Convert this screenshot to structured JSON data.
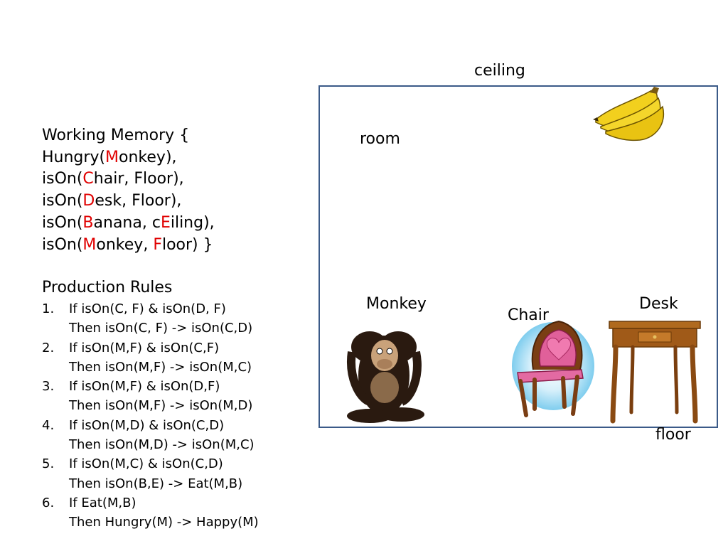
{
  "working_memory": {
    "lines": [
      [
        {
          "t": "Working Memory {",
          "hl": false
        }
      ],
      [
        {
          "t": "Hungry(",
          "hl": false
        },
        {
          "t": "M",
          "hl": true
        },
        {
          "t": "onkey),",
          "hl": false
        }
      ],
      [
        {
          "t": "isOn(",
          "hl": false
        },
        {
          "t": "C",
          "hl": true
        },
        {
          "t": "hair, Floor),",
          "hl": false
        }
      ],
      [
        {
          "t": "isOn(",
          "hl": false
        },
        {
          "t": "D",
          "hl": true
        },
        {
          "t": "esk, Floor),",
          "hl": false
        }
      ],
      [
        {
          "t": "isOn(",
          "hl": false
        },
        {
          "t": "B",
          "hl": true
        },
        {
          "t": "anana, c",
          "hl": false
        },
        {
          "t": "E",
          "hl": true
        },
        {
          "t": "iling),",
          "hl": false
        }
      ],
      [
        {
          "t": "isOn(",
          "hl": false
        },
        {
          "t": "M",
          "hl": true
        },
        {
          "t": "onkey, ",
          "hl": false
        },
        {
          "t": "F",
          "hl": true
        },
        {
          "t": "loor) }",
          "hl": false
        }
      ]
    ],
    "highlight_color": "#e00000"
  },
  "production_rules": {
    "title": "Production Rules",
    "items": [
      {
        "num": "1.",
        "if": "If isOn(C, F) & isOn(D, F)",
        "then": "Then isOn(C, F) -> isOn(C,D)"
      },
      {
        "num": "2.",
        "if": "If isOn(M,F) & isOn(C,F)",
        "then": "Then isOn(M,F) -> isOn(M,C)"
      },
      {
        "num": "3.",
        "if": "If isOn(M,F) & isOn(D,F)",
        "then": "Then isOn(M,F) -> isOn(M,D)"
      },
      {
        "num": "4.",
        "if": "If isOn(M,D) & isOn(C,D)",
        "then": "Then isOn(M,D) -> isOn(M,C)"
      },
      {
        "num": "5.",
        "if": "If isOn(M,C) & isOn(C,D)",
        "then": "Then isOn(B,E) -> Eat(M,B)"
      },
      {
        "num": "6.",
        "if": "If Eat(M,B)",
        "then": "Then Hungry(M) -> Happy(M)"
      }
    ]
  },
  "scene": {
    "ceiling_label": "ceiling",
    "room_label": "room",
    "floor_label": "floor",
    "monkey_label": "Monkey",
    "chair_label": "Chair",
    "desk_label": "Desk",
    "room_border_color": "#3b5a88",
    "icons": [
      "banana-icon",
      "monkey-icon",
      "chair-icon",
      "desk-icon"
    ]
  }
}
